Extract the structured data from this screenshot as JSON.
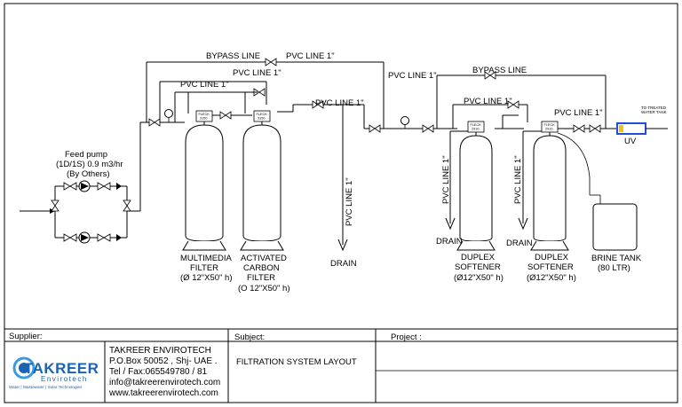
{
  "pipe_labels": {
    "bypass_line_1": "BYPASS LINE",
    "pvc_line_top": "PVC LINE 1\"",
    "pvc_line_carbon": "PVC LINE 1\"",
    "pvc_line_multimedia": "PVC LINE 1\"",
    "pvc_line_mid": "PVC LINE 1\"",
    "pvc_line_softener_top": "PVC LINE 1\"",
    "bypass_line_2": "BYPASS LINE",
    "pvc_line_softener_1": "PVC LINE 1\"",
    "pvc_line_softener_2": "PVC LINE 1\"",
    "pvc_line_vertical_drain": "PVC LINE 1\"",
    "pvc_line_vertical_soft1": "PVC LINE 1\"",
    "pvc_line_vertical_soft2": "PVC LINE 1\""
  },
  "feed_pump": {
    "line1": "Feed  pump",
    "line2": "(1D/1S) 0.9 m3/hr",
    "line3": "(By Others)"
  },
  "valve_heads": {
    "multimedia": {
      "line1": "FLECK",
      "line2": "3150"
    },
    "carbon": {
      "line1": "FLECK",
      "line2": "3150"
    },
    "softener1": {
      "line1": "FLECK",
      "line2": "2910"
    },
    "softener2": {
      "line1": "FLECK",
      "line2": "2910"
    }
  },
  "equipment": {
    "multimedia": {
      "line1": "MULTIMEDIA",
      "line2": "FILTER",
      "line3": "(Ø 12\"X50\" h)"
    },
    "carbon": {
      "line1": "ACTIVATED",
      "line2": "CARBON",
      "line3": "FILTER",
      "line4": "(O 12\"X50\" h)"
    },
    "softener1": {
      "line1": "DUPLEX",
      "line2": "SOFTENER",
      "line3": "(Ø12\"X50\" h)"
    },
    "softener2": {
      "line1": "DUPLEX",
      "line2": "SOFTENER",
      "line3": "(Ø12\"X50\" h)"
    },
    "brine": {
      "line1": "BRINE TANK",
      "line2": "(80 LTR)"
    },
    "uv": "UV",
    "treated": {
      "line1": "TO TREATED",
      "line2": "WATER TANK"
    }
  },
  "drains": {
    "drain1": "DRAIN",
    "drain2": "DRAIN",
    "drain3": "DRAIN"
  },
  "title_block": {
    "supplier_label": "Supplier:",
    "subject_label": "Subject:",
    "project_label": "Project  :",
    "company_name": "TAKREER ENVIROTECH",
    "address": "P.O.Box 50052 , Shj- UAE .",
    "phone": "Tel / Fax:065549780 / 81",
    "email": "info@takreerenvirotech.com",
    "website": "www.takreerenvirotech.com",
    "subject_value": "FILTRATION SYSTEM  LAYOUT",
    "logo_top": "TAKREER",
    "logo_bottom": "Envirotech",
    "logo_tagline": "Water | Wastewater | Solar Technologies"
  },
  "colors": {
    "logo_blue": "#1a63b0",
    "logo_ring": "#3a9be0",
    "uv_blue": "#1f4fd6",
    "uv_yellow": "#f2c21a"
  }
}
